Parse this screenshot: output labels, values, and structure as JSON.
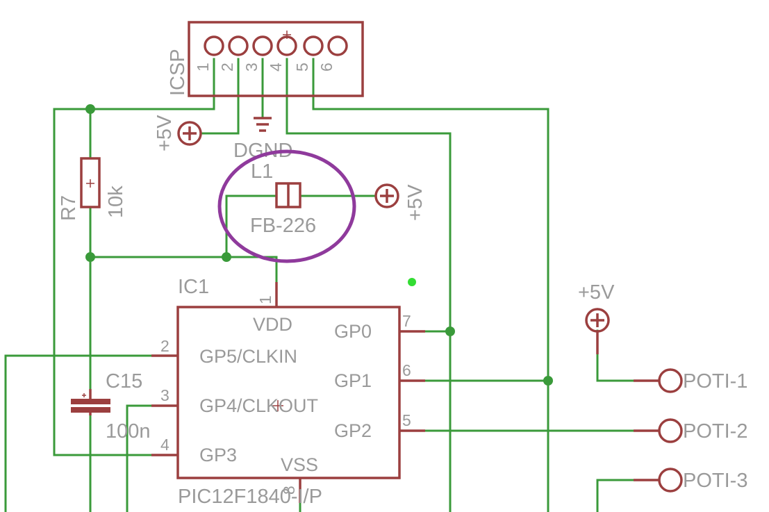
{
  "connector": {
    "name": "ICSP",
    "pins": [
      "1",
      "2",
      "3",
      "4",
      "5",
      "6"
    ]
  },
  "power": {
    "label": "+5V"
  },
  "ground": {
    "label": "DGND"
  },
  "resistor": {
    "name": "R7",
    "value": "10k"
  },
  "inductor": {
    "name": "L1",
    "value": "FB-226"
  },
  "capacitor": {
    "name": "C15",
    "value": "100n"
  },
  "ic": {
    "name": "IC1",
    "part": "PIC12F1840-I/P",
    "pins": {
      "vdd": "VDD",
      "vss": "VSS",
      "gp0": "GP0",
      "gp1": "GP1",
      "gp2": "GP2",
      "gp3": "GP3",
      "gp4": "GP4/CLKOUT",
      "gp5": "GP5/CLKIN"
    },
    "pin_numbers": {
      "vdd": "1",
      "gp5": "2",
      "gp4": "3",
      "gp3": "4",
      "gp2": "5",
      "gp1": "6",
      "gp0": "7",
      "vss": "8"
    }
  },
  "potis": [
    "POTI-1",
    "POTI-2",
    "POTI-3"
  ],
  "colors": {
    "wire": "#3a9a3a",
    "part": "#9b3f3f",
    "label": "#9a9a9a",
    "highlight": "#8f3a9c",
    "marker": "#33dd33"
  }
}
